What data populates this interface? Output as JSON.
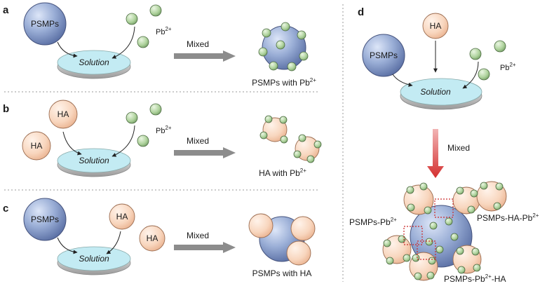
{
  "panels": {
    "a": {
      "letter": "a",
      "particle": "PSMPs",
      "solution": "Solution",
      "ion": "Pb",
      "ion_sup": "2+",
      "arrow": "Mixed",
      "result_prefix": "PSMPs with Pb",
      "result_sup": "2+"
    },
    "b": {
      "letter": "b",
      "particle_1": "HA",
      "particle_2": "HA",
      "solution": "Solution",
      "ion": "Pb",
      "ion_sup": "2+",
      "arrow": "Mixed",
      "result_prefix": "HA with Pb",
      "result_sup": "2+"
    },
    "c": {
      "letter": "c",
      "particle": "PSMPs",
      "particle_ha_1": "HA",
      "particle_ha_2": "HA",
      "solution": "Solution",
      "arrow": "Mixed",
      "result": "PSMPs with HA"
    },
    "d": {
      "letter": "d",
      "particle": "PSMPs",
      "particle_ha": "HA",
      "solution": "Solution",
      "ion": "Pb",
      "ion_sup": "2+",
      "arrow": "Mixed",
      "label_left_prefix": "PSMPs-Pb",
      "label_left_sup": "2+",
      "label_right_prefix": "PSMPs-HA-Pb",
      "label_right_sup": "2+",
      "label_bottom_prefix": "PSMPs-Pb",
      "label_bottom_sup": "2+",
      "label_bottom_suffix": "-HA"
    }
  },
  "colors": {
    "psmp": "#7f93c2",
    "ha": "#f6cfb4",
    "pb": "#a8cc98",
    "solution": "#c3ebf3",
    "mixed_arrow": "#8c8c8c",
    "red_arrow": "#d83a3a"
  }
}
